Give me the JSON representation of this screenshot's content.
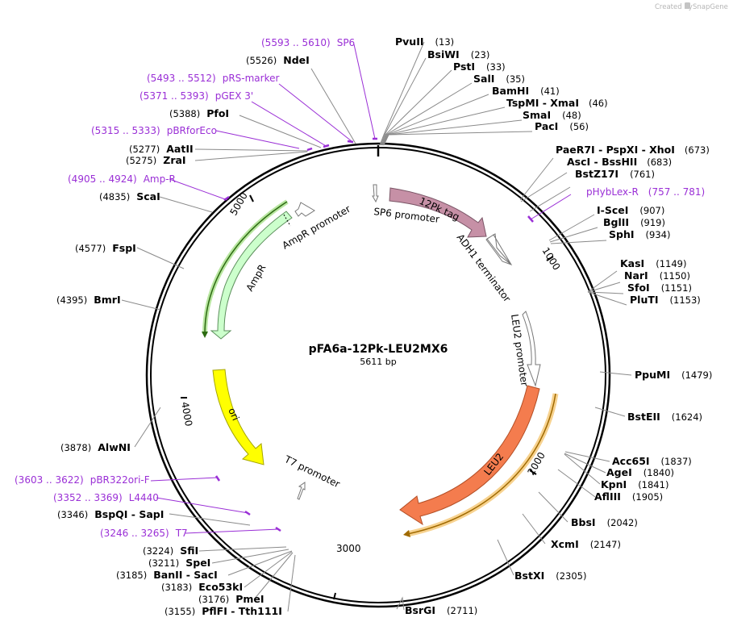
{
  "header": {
    "created_by": "Created by",
    "brand": "SnapGene"
  },
  "plasmid": {
    "name": "pFA6a-12Pk-LEU2MX6",
    "size_label": "5611 bp"
  },
  "ticks": [
    "1000",
    "2000",
    "3000",
    "4000",
    "5000"
  ],
  "features": [
    {
      "label": "12Pk tag",
      "fill": "#c690a6"
    },
    {
      "label": "ADH1 terminator",
      "fill": "#ffffff"
    },
    {
      "label": "LEU2 promoter",
      "fill": "#ffffff"
    },
    {
      "label": "LEU2",
      "fill": "#f47c4e"
    },
    {
      "label": "T7 promoter",
      "fill": "#ffffff"
    },
    {
      "label": "ori",
      "fill": "#ffff00"
    },
    {
      "label": "AmpR",
      "fill": "#ccffcc"
    },
    {
      "label": "AmpR promoter",
      "fill": "#ffffff"
    },
    {
      "label": "SP6 promoter",
      "fill": "#ffffff"
    }
  ],
  "enzymes": [
    {
      "name": "PvuII",
      "pos": "(13)"
    },
    {
      "name": "BsiWI",
      "pos": "(23)"
    },
    {
      "name": "PstI",
      "pos": "(33)"
    },
    {
      "name": "SalI",
      "pos": "(35)"
    },
    {
      "name": "BamHI",
      "pos": "(41)"
    },
    {
      "name": "TspMI - XmaI",
      "pos": "(46)"
    },
    {
      "name": "SmaI",
      "pos": "(48)"
    },
    {
      "name": "PacI",
      "pos": "(56)"
    },
    {
      "name": "PaeR7I - PspXI - XhoI",
      "pos": "(673)"
    },
    {
      "name": "AscI - BssHII",
      "pos": "(683)"
    },
    {
      "name": "BstZ17I",
      "pos": "(761)"
    },
    {
      "name": "I-SceI",
      "pos": "(907)"
    },
    {
      "name": "BglII",
      "pos": "(919)"
    },
    {
      "name": "SphI",
      "pos": "(934)"
    },
    {
      "name": "KasI",
      "pos": "(1149)"
    },
    {
      "name": "NarI",
      "pos": "(1150)"
    },
    {
      "name": "SfoI",
      "pos": "(1151)"
    },
    {
      "name": "PluTI",
      "pos": "(1153)"
    },
    {
      "name": "PpuMI",
      "pos": "(1479)"
    },
    {
      "name": "BstEII",
      "pos": "(1624)"
    },
    {
      "name": "Acc65I",
      "pos": "(1837)"
    },
    {
      "name": "AgeI",
      "pos": "(1840)"
    },
    {
      "name": "KpnI",
      "pos": "(1841)"
    },
    {
      "name": "AflIII",
      "pos": "(1905)"
    },
    {
      "name": "BbsI",
      "pos": "(2042)"
    },
    {
      "name": "XcmI",
      "pos": "(2147)"
    },
    {
      "name": "BstXI",
      "pos": "(2305)"
    },
    {
      "name": "BsrGI",
      "pos": "(2711)"
    },
    {
      "name": "NdeI",
      "pos": "(5526)"
    },
    {
      "name": "PfoI",
      "pos": "(5388)"
    },
    {
      "name": "AatII",
      "pos": "(5277)"
    },
    {
      "name": "ZraI",
      "pos": "(5275)"
    },
    {
      "name": "ScaI",
      "pos": "(4835)"
    },
    {
      "name": "FspI",
      "pos": "(4577)"
    },
    {
      "name": "BmrI",
      "pos": "(4395)"
    },
    {
      "name": "AlwNI",
      "pos": "(3878)"
    },
    {
      "name": "BspQI - SapI",
      "pos": "(3346)"
    },
    {
      "name": "SfiI",
      "pos": "(3224)"
    },
    {
      "name": "SpeI",
      "pos": "(3211)"
    },
    {
      "name": "BanII - SacI",
      "pos": "(3185)"
    },
    {
      "name": "Eco53kI",
      "pos": "(3183)"
    },
    {
      "name": "PmeI",
      "pos": "(3176)"
    },
    {
      "name": "PflFI - Tth111I",
      "pos": "(3155)"
    }
  ],
  "primers": [
    {
      "range": "(5593 .. 5610)",
      "name": "SP6"
    },
    {
      "range": "(5493 .. 5512)",
      "name": "pRS-marker"
    },
    {
      "range": "(5371 .. 5393)",
      "name": "pGEX 3'"
    },
    {
      "range": "(5315 .. 5333)",
      "name": "pBRforEco"
    },
    {
      "range": "(4905 .. 4924)",
      "name": "Amp-R"
    },
    {
      "range": "(757 .. 781)",
      "name": "pHybLex-R"
    },
    {
      "range": "(3603 .. 3622)",
      "name": "pBR322ori-F"
    },
    {
      "range": "(3352 .. 3369)",
      "name": "L4440"
    },
    {
      "range": "(3246 .. 3265)",
      "name": "T7"
    }
  ]
}
